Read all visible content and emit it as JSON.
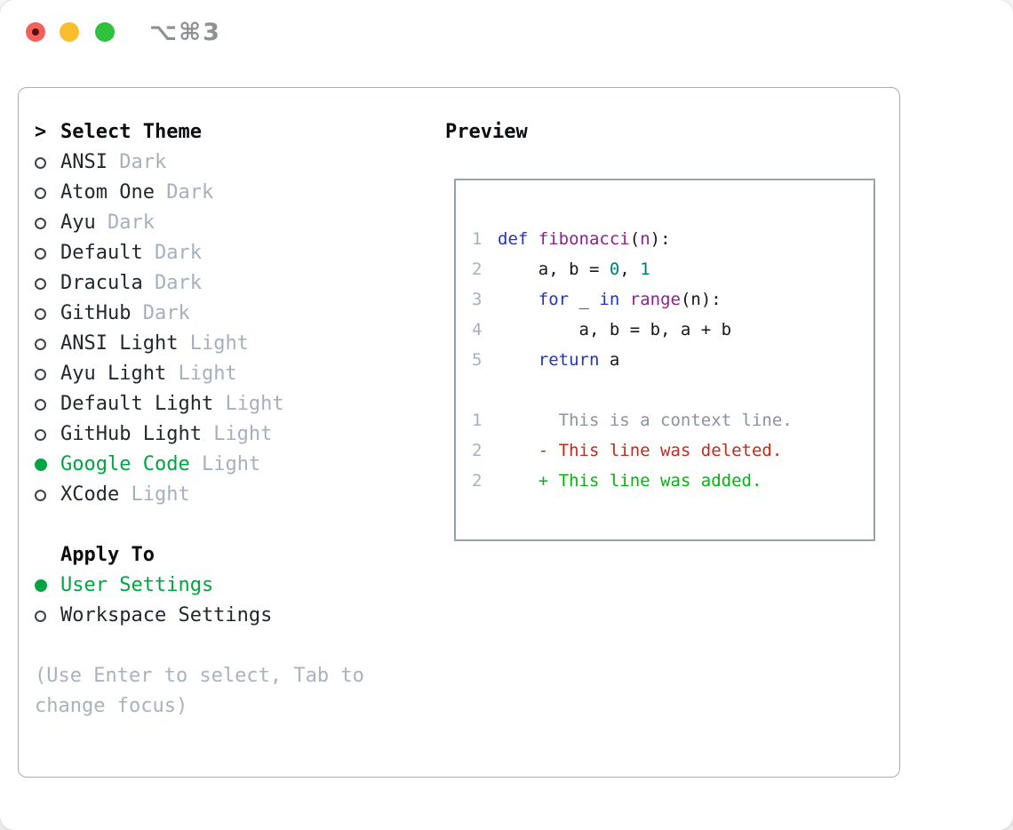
{
  "window": {
    "title": "⌥⌘3",
    "traffic_lights": {
      "close_color": "#f4605a",
      "close_dot_color": "#5c100d",
      "minimize_color": "#f9bd2e",
      "zoom_color": "#30c13e"
    }
  },
  "theme_selector": {
    "prompt": ">",
    "header": "Select Theme",
    "items": [
      {
        "name": "ANSI",
        "variant": "Dark",
        "selected": false
      },
      {
        "name": "Atom One",
        "variant": "Dark",
        "selected": false
      },
      {
        "name": "Ayu",
        "variant": "Dark",
        "selected": false
      },
      {
        "name": "Default",
        "variant": "Dark",
        "selected": false
      },
      {
        "name": "Dracula",
        "variant": "Dark",
        "selected": false
      },
      {
        "name": "GitHub",
        "variant": "Dark",
        "selected": false
      },
      {
        "name": "ANSI Light",
        "variant": "Light",
        "selected": false
      },
      {
        "name": "Ayu Light",
        "variant": "Light",
        "selected": false
      },
      {
        "name": "Default Light",
        "variant": "Light",
        "selected": false
      },
      {
        "name": "GitHub Light",
        "variant": "Light",
        "selected": false
      },
      {
        "name": "Google Code",
        "variant": "Light",
        "selected": true
      },
      {
        "name": "XCode",
        "variant": "Light",
        "selected": false
      }
    ]
  },
  "apply_to": {
    "header": "Apply To",
    "options": [
      {
        "label": "User Settings",
        "selected": true
      },
      {
        "label": "Workspace Settings",
        "selected": false
      }
    ]
  },
  "hint": "(Use Enter to select, Tab to change focus)",
  "preview": {
    "header": "Preview",
    "code_lines": [
      {
        "num": "1",
        "tokens": [
          [
            "kw",
            "def"
          ],
          [
            "pl",
            " "
          ],
          [
            "fn",
            "fibonacci"
          ],
          [
            "pl",
            "("
          ],
          [
            "fn",
            "n"
          ],
          [
            "pl",
            "):"
          ]
        ]
      },
      {
        "num": "2",
        "tokens": [
          [
            "pl",
            "    a, b = "
          ],
          [
            "nm",
            "0"
          ],
          [
            "pl",
            ", "
          ],
          [
            "nm",
            "1"
          ]
        ]
      },
      {
        "num": "3",
        "tokens": [
          [
            "pl",
            "    "
          ],
          [
            "kw",
            "for"
          ],
          [
            "pl",
            " _ "
          ],
          [
            "kw",
            "in"
          ],
          [
            "pl",
            " "
          ],
          [
            "fn",
            "range"
          ],
          [
            "pl",
            "(n):"
          ]
        ]
      },
      {
        "num": "4",
        "tokens": [
          [
            "pl",
            "        a, b = b, a + b"
          ]
        ]
      },
      {
        "num": "5",
        "tokens": [
          [
            "pl",
            "    "
          ],
          [
            "kw",
            "return"
          ],
          [
            "pl",
            " a"
          ]
        ]
      }
    ],
    "diff_lines": [
      {
        "num": "1",
        "type": "context",
        "text": "      This is a context line."
      },
      {
        "num": "2",
        "type": "deleted",
        "text": "    - This line was deleted."
      },
      {
        "num": "2",
        "type": "added",
        "text": "    + This line was added."
      }
    ]
  },
  "colors": {
    "selected_green": "#00a542",
    "keyword_blue": "#2136b8",
    "function_purple": "#8e2190",
    "number_teal": "#007a7a",
    "deleted_red": "#c5281c",
    "added_green": "#00b60e",
    "context_gray": "#8b939c",
    "muted_gray": "#a6b0bd",
    "text_dark": "#23282e"
  }
}
